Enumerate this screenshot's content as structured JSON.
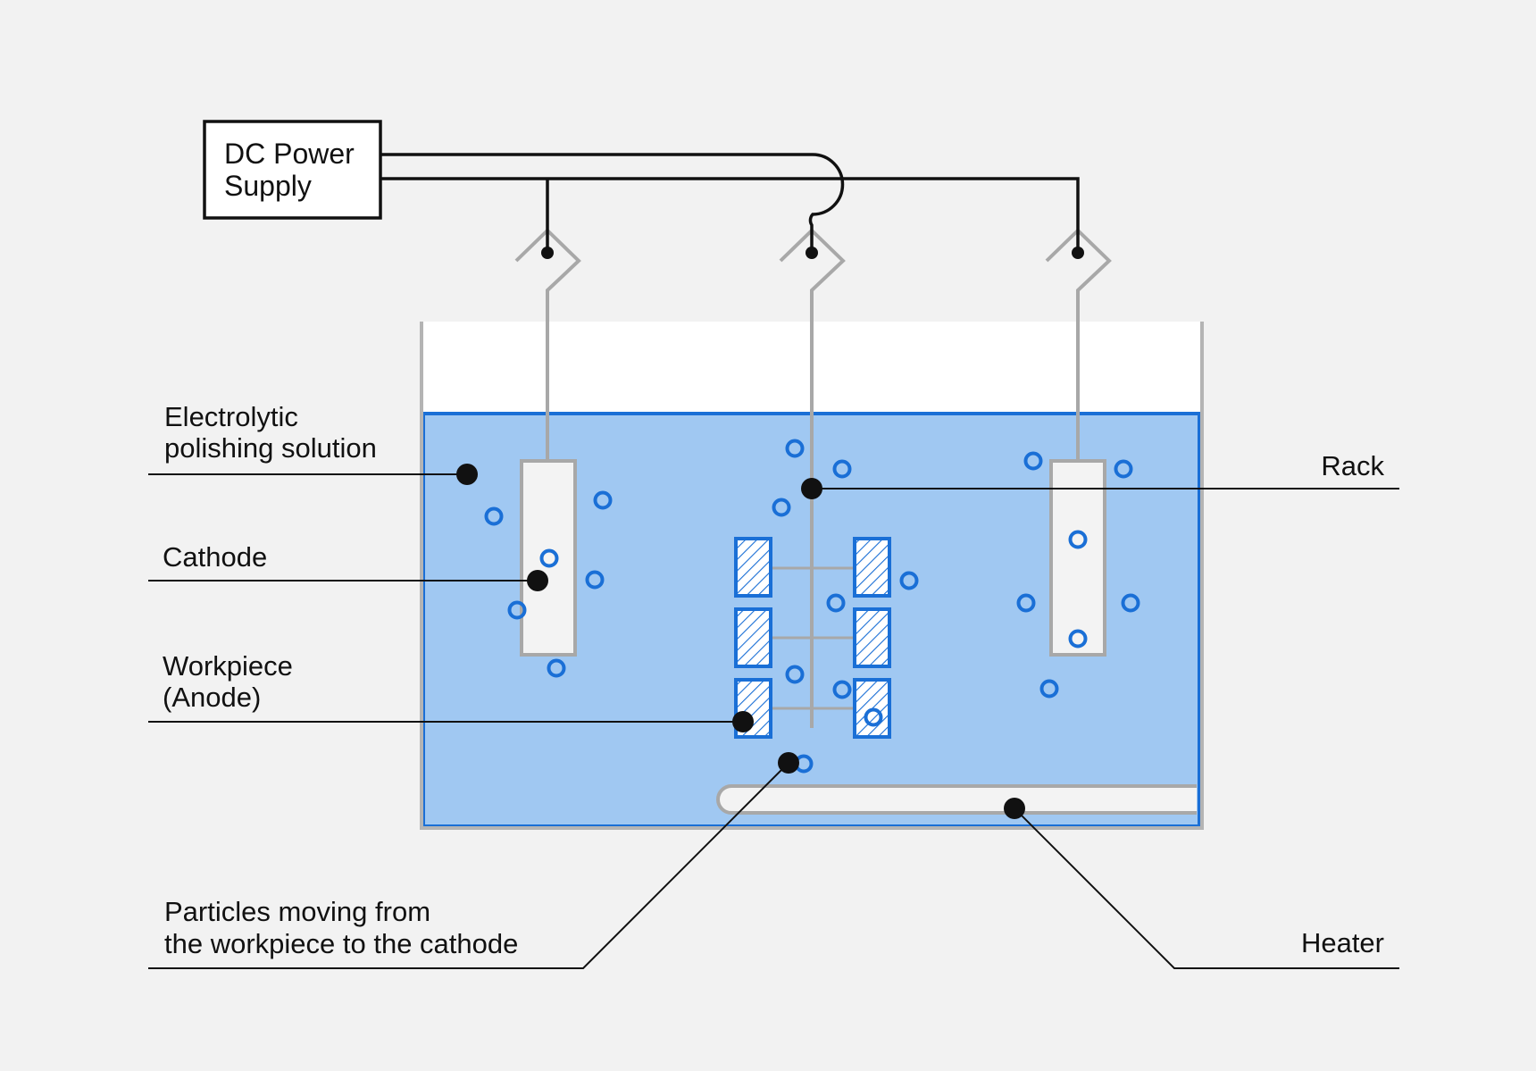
{
  "colors": {
    "background": "#f2f2f2",
    "solution_fill": "#a0c8f2",
    "solution_border": "#1a6fd6",
    "tank_wall": "#b4b4b4",
    "electrode_fill": "#f3f3f3",
    "electrode_border": "#a8a8a8",
    "wire": "#111111",
    "particle": "#1a6fd6",
    "workpiece": "#1a6fd6"
  },
  "power_supply": {
    "line1": "DC Power",
    "line2": "Supply"
  },
  "labels": {
    "solution_line1": "Electrolytic",
    "solution_line2": "polishing solution",
    "cathode": "Cathode",
    "workpiece_line1": "Workpiece",
    "workpiece_line2": "(Anode)",
    "particles_line1": "Particles moving from",
    "particles_line2": "the workpiece to the cathode",
    "rack": "Rack",
    "heater": "Heater"
  },
  "icons": {
    "particle": "hollow-circle",
    "workpiece": "hatched-block",
    "callout_marker": "filled-dot"
  }
}
